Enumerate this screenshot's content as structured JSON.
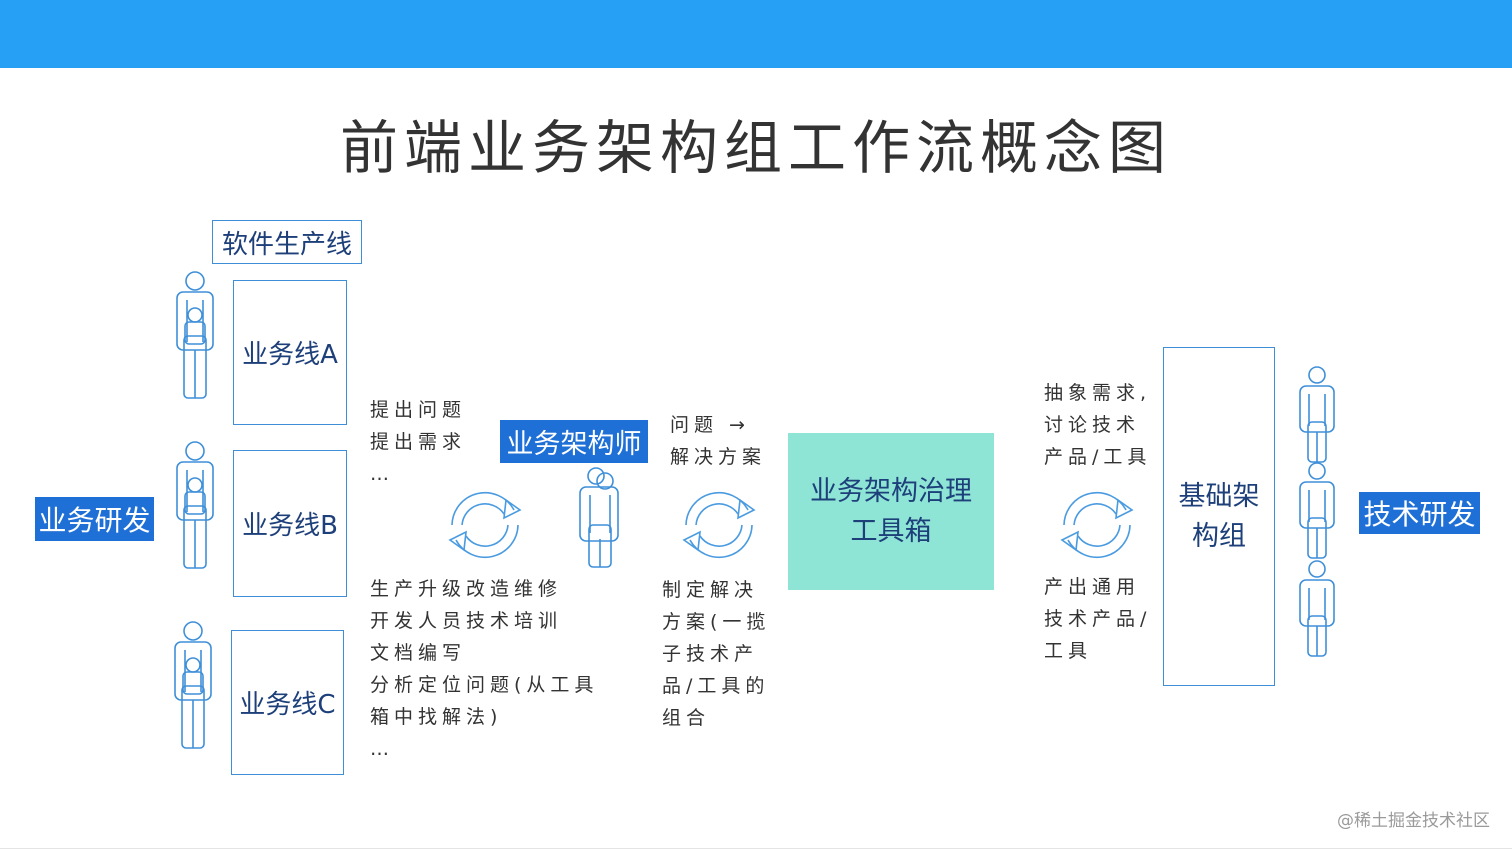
{
  "title": "前端业务架构组工作流概念图",
  "software_line_label": "软件生产线",
  "business_dev_label": "业务研发",
  "tech_dev_label": "技术研发",
  "business_lines": [
    "业务线A",
    "业务线B",
    "业务线C"
  ],
  "architect_label": "业务架构师",
  "toolbox_label_line1": "业务架构治理",
  "toolbox_label_line2": "工具箱",
  "infra_group_line1": "基础架",
  "infra_group_line2": "构组",
  "note_left_top": "提出问题\n提出需求\n…",
  "note_left_bottom": "生产升级改造维修\n开发人员技术培训\n文档编写\n分析定位问题(从工具\n箱中找解法)\n…",
  "note_mid_top": "问题 →\n解决方案",
  "note_mid_bottom": "制定解决\n方案(一揽\n子技术产\n品/工具的\n组合",
  "note_right_top": "抽象需求,\n讨论技术\n产品/工具",
  "note_right_bottom": "产出通用\n技术产品/\n工具",
  "watermark": "@稀土掘金技术社区",
  "colors": {
    "top_bar": "#25a0f5",
    "tag_blue": "#1e6fd6",
    "toolbox_teal": "#8ee4d5",
    "outline_blue": "#3f8fd8",
    "label_navy": "#1d3f7a"
  }
}
